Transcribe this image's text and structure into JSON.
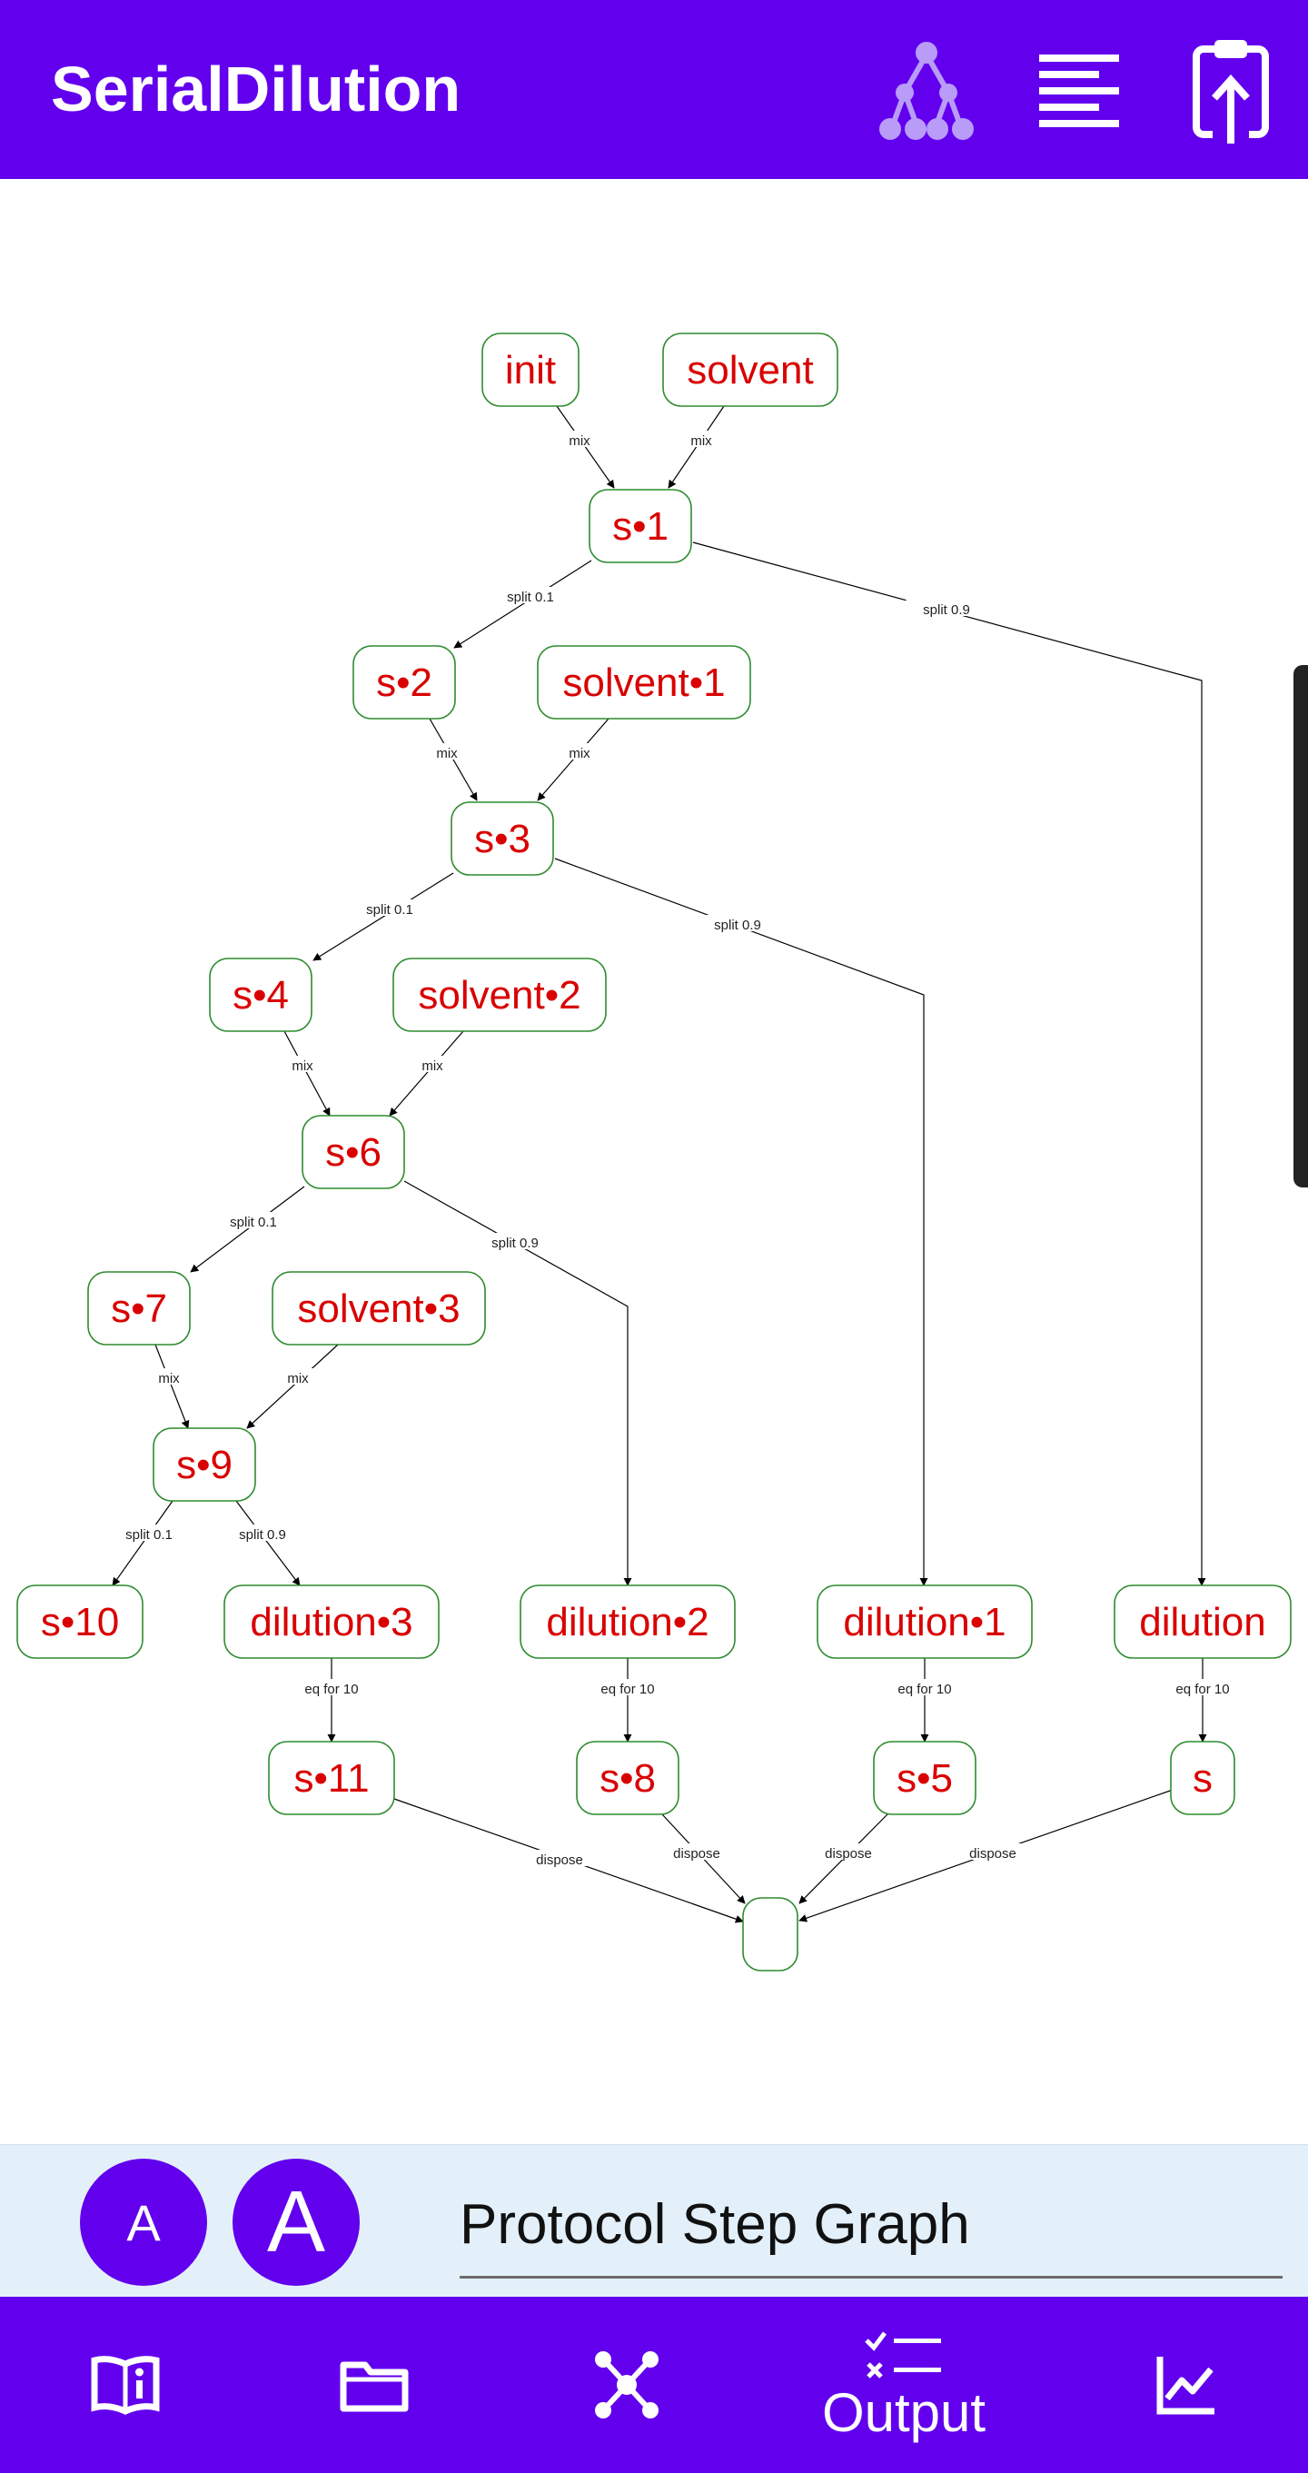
{
  "app": {
    "title": "SerialDilution"
  },
  "toolbar": {
    "icons": [
      "graph-tree-icon",
      "text-lines-icon",
      "clipboard-upload-icon"
    ]
  },
  "graph": {
    "nodes": {
      "init": "init",
      "solvent": "solvent",
      "s1": "s•1",
      "s2": "s•2",
      "solvent1": "solvent•1",
      "s3": "s•3",
      "s4": "s•4",
      "solvent2": "solvent•2",
      "s6": "s•6",
      "s7": "s•7",
      "solvent3": "solvent•3",
      "s9": "s•9",
      "s10": "s•10",
      "dilution3": "dilution•3",
      "dilution2": "dilution•2",
      "dilution1": "dilution•1",
      "dilution": "dilution",
      "s11": "s•11",
      "s8": "s•8",
      "s5": "s•5",
      "s": "s",
      "sink": ""
    },
    "edge_labels": {
      "mix": "mix",
      "split_low": "split 0.1",
      "split_high": "split 0.9",
      "eq": "eq for 10",
      "dispose": "dispose"
    },
    "colors": {
      "node_text": "#d90000",
      "node_border": "#2e8b2e",
      "edge": "#000000"
    }
  },
  "controls": {
    "font_small_label": "A",
    "font_large_label": "A",
    "view_title": "Protocol Step Graph"
  },
  "bottom_nav": {
    "active_label": "Output",
    "items": [
      "book-info-icon",
      "folder-icon",
      "network-icon",
      "output-list-icon",
      "chart-line-icon"
    ]
  },
  "theme": {
    "primary": "#6200ee",
    "controls_bg": "#e3f0fa"
  }
}
